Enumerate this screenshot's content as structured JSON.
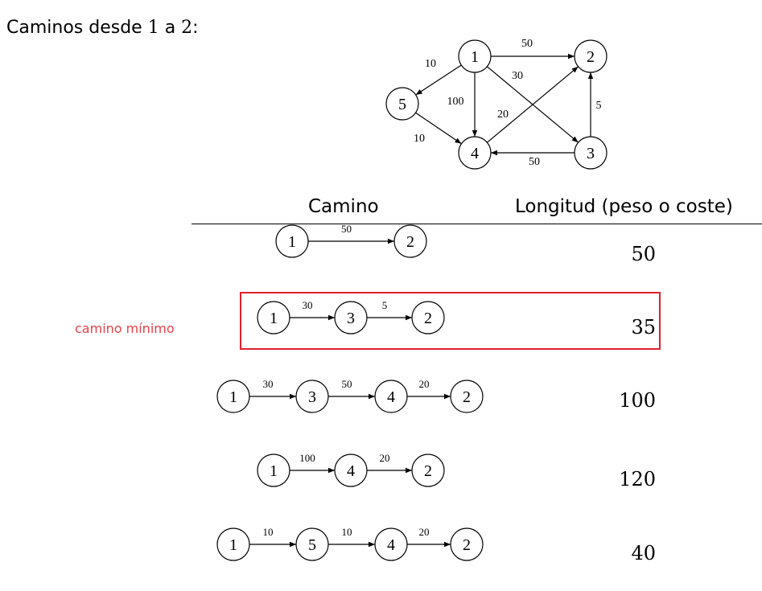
{
  "title": {
    "prefix": "Caminos desde ",
    "from": "1",
    "mid": " a ",
    "to": "2",
    "suffix": ":"
  },
  "graph": {
    "nodes": [
      "1",
      "2",
      "3",
      "4",
      "5"
    ],
    "edges": [
      {
        "from": "1",
        "to": "2",
        "weight": "50"
      },
      {
        "from": "1",
        "to": "3",
        "weight": "30"
      },
      {
        "from": "1",
        "to": "5",
        "weight": "10"
      },
      {
        "from": "1",
        "to": "4",
        "weight": "100"
      },
      {
        "from": "5",
        "to": "4",
        "weight": "10"
      },
      {
        "from": "4",
        "to": "2",
        "weight": "20"
      },
      {
        "from": "3",
        "to": "2",
        "weight": "5"
      },
      {
        "from": "3",
        "to": "4",
        "weight": "50"
      }
    ]
  },
  "table": {
    "headers": {
      "path": "Camino",
      "length": "Longitud (peso o coste)"
    },
    "highlight_note": "camino mínimo",
    "highlight_color": "#e0202c",
    "rows": [
      {
        "nodes": [
          "1",
          "2"
        ],
        "weights": [
          "50"
        ],
        "length": "50"
      },
      {
        "nodes": [
          "1",
          "3",
          "2"
        ],
        "weights": [
          "30",
          "5"
        ],
        "length": "35"
      },
      {
        "nodes": [
          "1",
          "3",
          "4",
          "2"
        ],
        "weights": [
          "30",
          "50",
          "20"
        ],
        "length": "100"
      },
      {
        "nodes": [
          "1",
          "4",
          "2"
        ],
        "weights": [
          "100",
          "20"
        ],
        "length": "120"
      },
      {
        "nodes": [
          "1",
          "5",
          "4",
          "2"
        ],
        "weights": [
          "10",
          "10",
          "20"
        ],
        "length": "40"
      }
    ]
  }
}
